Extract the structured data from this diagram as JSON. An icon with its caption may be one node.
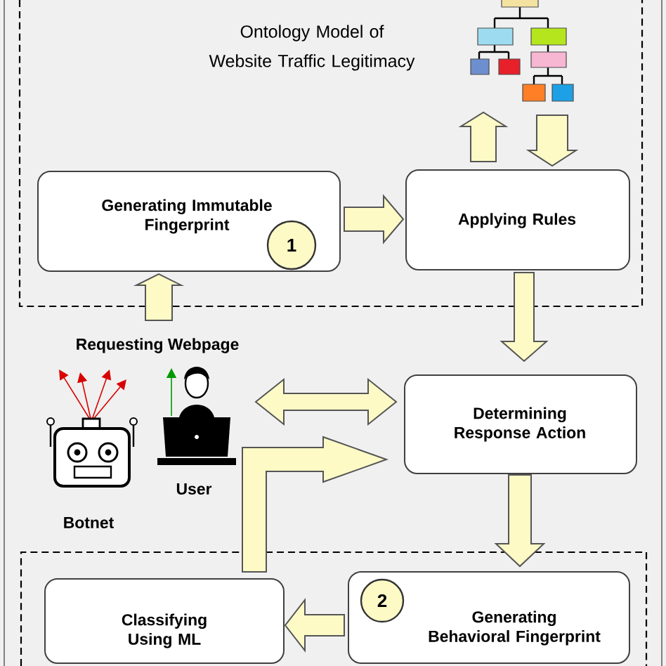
{
  "diagram": {
    "nodes": [
      {
        "text": [],
        "shape": "picture",
        "beside": [
          "Ontology Model of Website Traffic Legitimacy"
        ]
      },
      {
        "text": [
          "Generating Immutable Fingerprint"
        ]
      },
      {
        "text": [
          "1"
        ],
        "in": 1
      },
      {
        "text": [
          "Applying Rules"
        ]
      },
      {
        "text": [
          "Requesting Webpage"
        ]
      },
      {
        "text": [],
        "shape": "picture",
        "beside": [
          "Botnet"
        ]
      },
      {
        "text": [],
        "shape": "picture",
        "beside": [
          "User"
        ]
      },
      {
        "text": [
          "Determining Response Action"
        ]
      },
      {
        "text": [
          "Generating Behavioral Fingerprint"
        ]
      },
      {
        "text": [
          "2"
        ],
        "in": 8
      },
      {
        "text": [
          "Classifying Using ML"
        ]
      }
    ],
    "edges": [
      {
        "from": 4,
        "to": 1,
        "arrow": "to"
      },
      {
        "from": 1,
        "to": 3,
        "arrow": "to"
      },
      {
        "from": 3,
        "to": 0,
        "arrow": "to"
      },
      {
        "from": 0,
        "to": 3,
        "arrow": "to"
      },
      {
        "from": 3,
        "to": 7,
        "arrow": "to"
      },
      {
        "from": 6,
        "to": 7,
        "arrow": "both"
      },
      {
        "from": 7,
        "to": 8,
        "arrow": "to"
      },
      {
        "from": 8,
        "to": 10,
        "arrow": "to"
      },
      {
        "from": 10,
        "to": 7,
        "arrow": "to"
      }
    ]
  }
}
